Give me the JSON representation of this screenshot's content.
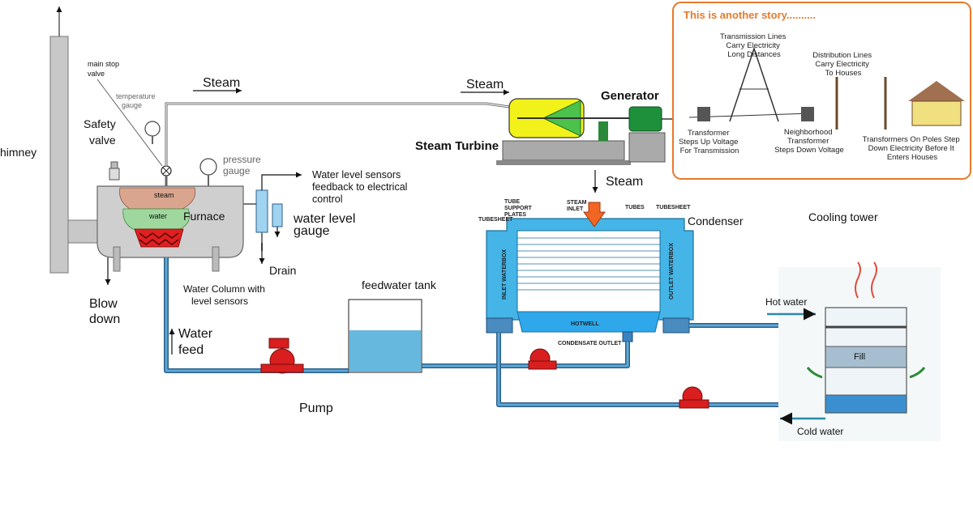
{
  "labels": {
    "chimney": "himney",
    "main_stop_valve": [
      "main stop",
      "valve"
    ],
    "temperature_gauge": [
      "temperature",
      "gauge"
    ],
    "safety_valve": [
      "Safety",
      "valve"
    ],
    "pressure_gauge": [
      "pressure",
      "gauge"
    ],
    "steam_top_left": "Steam",
    "steam_top_mid": "Steam",
    "steam_down": "Steam",
    "steam_in_boiler": "steam",
    "water_in_boiler": "water",
    "furnace": "Furnace",
    "water_level_sensors": [
      "Water level sensors",
      "feedback to electrical",
      "control"
    ],
    "water_level_gauge": [
      "water level",
      "gauge"
    ],
    "drain": "Drain",
    "water_column": [
      "Water Column with",
      "level sensors"
    ],
    "blow_down": [
      "Blow",
      "down"
    ],
    "water_feed": [
      "Water",
      "feed"
    ],
    "feedwater_tank": "feedwater tank",
    "pump": "Pump",
    "generator": "Generator",
    "steam_turbine": "Steam Turbine",
    "condenser": "Condenser",
    "cooling_tower": "Cooling tower",
    "hot_water": "Hot water",
    "cold_water": "Cold water",
    "fill": "Fill",
    "condenser_parts": {
      "tube_support_plates": [
        "TUBE",
        "SUPPORT",
        "PLATES"
      ],
      "steam_inlet": [
        "STEAM",
        "INLET"
      ],
      "tubes": "TUBES",
      "tubesheet_left": "TUBESHEET",
      "tubesheet_right": "TUBESHEET",
      "inlet_waterbox": "INLET WATERBOX",
      "outlet_waterbox": "OUTLET WATERBOX",
      "hotwell": "HOTWELL",
      "condensate_outlet": "CONDENSATE OUTLET"
    }
  },
  "story": {
    "title": "This is another story..........",
    "transmission_lines": [
      "Transmission Lines",
      "Carry Electricity",
      "Long Distances"
    ],
    "distribution_lines": [
      "Distribution Lines",
      "Carry Electricity",
      "To Houses"
    ],
    "transformer_step_up": [
      "Transformer",
      "Steps Up Voltage",
      "For Transmission"
    ],
    "neighborhood_transformer": [
      "Neighborhood",
      "Transformer",
      "Steps Down Voltage"
    ],
    "pole_transformers": [
      "Transformers On Poles Step",
      "Down Electricity Before It",
      "Enters Houses"
    ]
  },
  "colors": {
    "pipe": "#2c5f8a",
    "pipe_water": "#5da9d6",
    "boiler_body": "#cfcfcf",
    "steam_zone": "#d9a58e",
    "water_zone": "#9ed89e",
    "furnace_fire": "#e02020",
    "turbine_yellow": "#f2f21a",
    "turbine_cone": "#4cc24c",
    "generator_green": "#1e8f3a",
    "condenser_body": "#45b4e6",
    "hotwell_water": "#2ea8ea",
    "pump_red": "#d81e1e",
    "tank_water": "#66b8de",
    "story_border": "#e8792a",
    "story_title": "#e8792a",
    "steam_arrow": "#f26522"
  }
}
